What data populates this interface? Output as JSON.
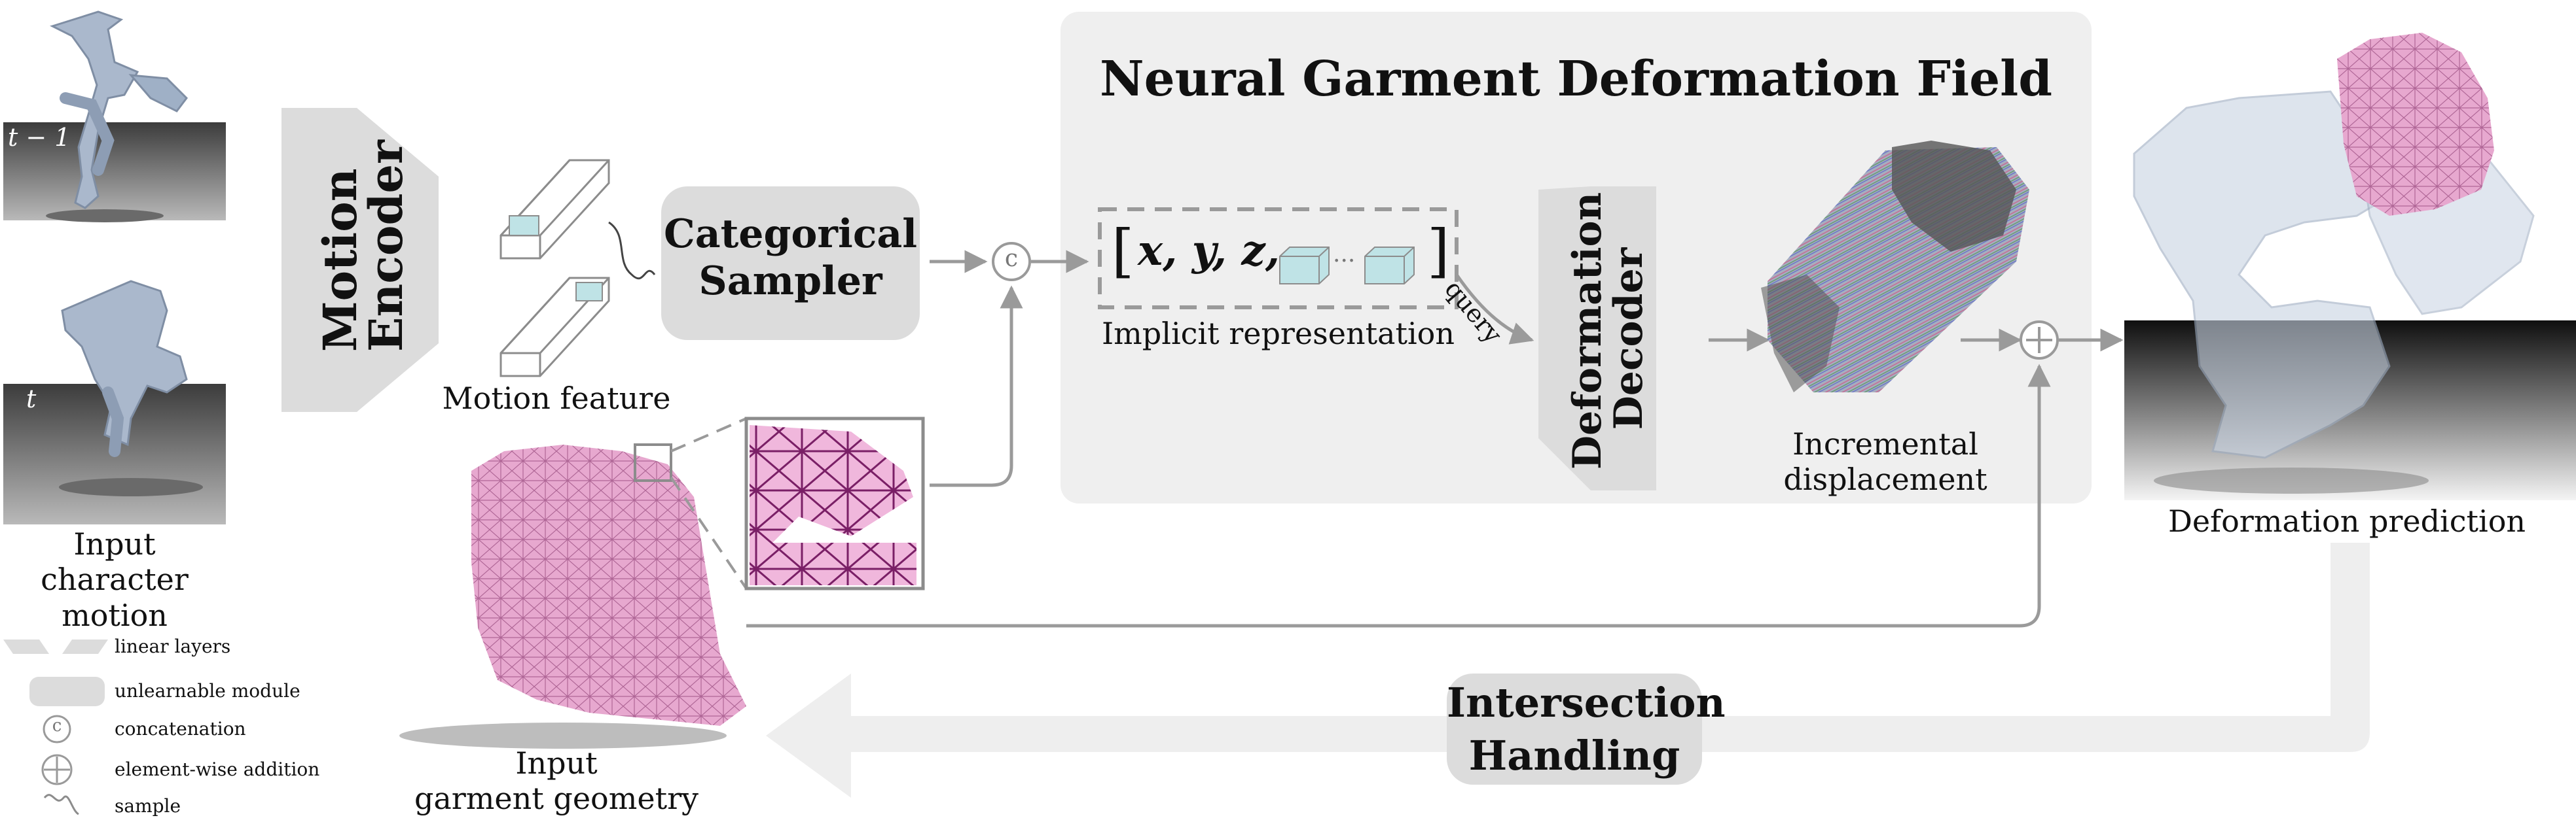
{
  "title": "Neural Garment Deformation Field",
  "motion_encoder": {
    "line1": "Motion",
    "line2": "Encoder"
  },
  "categorical_sampler": {
    "line1": "Categorical",
    "line2": "Sampler"
  },
  "deformation_decoder": {
    "line1": "Deformation",
    "line2": "Decoder"
  },
  "intersection_handling": {
    "line1": "Intersection",
    "line2": "Handling"
  },
  "frames": {
    "prev": "t − 1",
    "curr": "t"
  },
  "labels": {
    "input_motion_1": "Input",
    "input_motion_2": "character motion",
    "motion_feature": "Motion feature",
    "implicit_representation": "Implicit representation",
    "query": "query",
    "incremental_1": "Incremental",
    "incremental_2": "displacement",
    "deformation_prediction": "Deformation prediction",
    "input_garment_1": "Input",
    "input_garment_2": "garment geometry"
  },
  "formula": {
    "open": "[",
    "text": "x, y, z,",
    "ellipsis": "···",
    "close": "]"
  },
  "symbols": {
    "concat": "c",
    "add": "+"
  },
  "legend": [
    {
      "icon": "linear-layers-icon",
      "label": "linear layers"
    },
    {
      "icon": "unlearnable-module-icon",
      "label": "unlearnable module"
    },
    {
      "icon": "concatenation-icon",
      "label": "concatenation"
    },
    {
      "icon": "element-wise-addition-icon",
      "label": "element-wise addition"
    },
    {
      "icon": "sample-icon",
      "label": "sample"
    }
  ],
  "colors": {
    "module_fill": "#dcdcdc",
    "background_panel": "#efefef",
    "arrow": "#9a9a9a",
    "garment_pink": "#e6a6cf",
    "feature_cube": "#bfe3e6",
    "big_arrow": "#eeeeee"
  }
}
